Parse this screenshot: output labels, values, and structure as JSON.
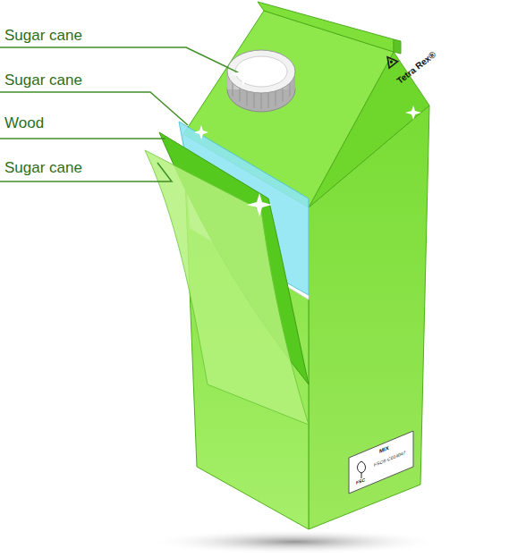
{
  "diagram": {
    "labels": [
      "Sugar cane",
      "Sugar cane",
      "Wood",
      "Sugar cane",
      "Tetra Rex®",
      "FSC",
      "MIX",
      "FSC® C014047"
    ]
  }
}
